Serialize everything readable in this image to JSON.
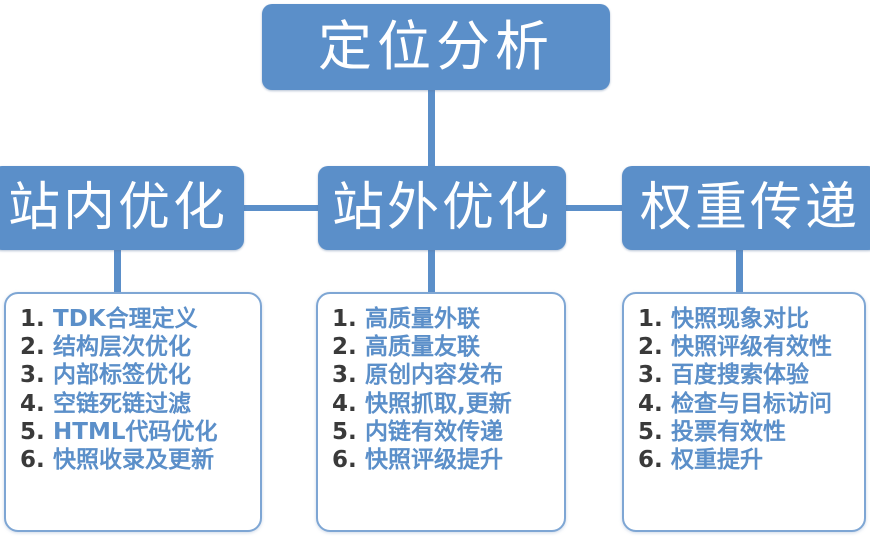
{
  "diagram": {
    "title": "定位分析",
    "theme": {
      "box_fill": "#5B8FC9",
      "box_text": "#FFFFFF",
      "card_border": "#7EA6D4",
      "card_fill": "#FFFFFF",
      "list_text": "#5B8FC9",
      "list_number": "#3A3A3A",
      "connector": "#5B8FC9"
    },
    "branches": [
      {
        "label": "站内优化",
        "items": [
          {
            "num": "1.",
            "text": "TDK合理定义"
          },
          {
            "num": "2.",
            "text": "结构层次优化"
          },
          {
            "num": "3.",
            "text": "内部标签优化"
          },
          {
            "num": "4.",
            "text": "空链死链过滤"
          },
          {
            "num": "5.",
            "text": "HTML代码优化"
          },
          {
            "num": "6.",
            "text": "快照收录及更新"
          }
        ]
      },
      {
        "label": "站外优化",
        "items": [
          {
            "num": "1.",
            "text": "高质量外联"
          },
          {
            "num": "2.",
            "text": "高质量友联"
          },
          {
            "num": "3.",
            "text": "原创内容发布"
          },
          {
            "num": "4.",
            "text": "快照抓取,更新"
          },
          {
            "num": "5.",
            "text": "内链有效传递"
          },
          {
            "num": "6.",
            "text": "快照评级提升"
          }
        ]
      },
      {
        "label": "权重传递",
        "items": [
          {
            "num": "1.",
            "text": "快照现象对比"
          },
          {
            "num": "2.",
            "text": "快照评级有效性"
          },
          {
            "num": "3.",
            "text": "百度搜索体验"
          },
          {
            "num": "4.",
            "text": "检查与目标访问"
          },
          {
            "num": "5.",
            "text": "投票有效性"
          },
          {
            "num": "6.",
            "text": "权重提升"
          }
        ]
      }
    ]
  }
}
